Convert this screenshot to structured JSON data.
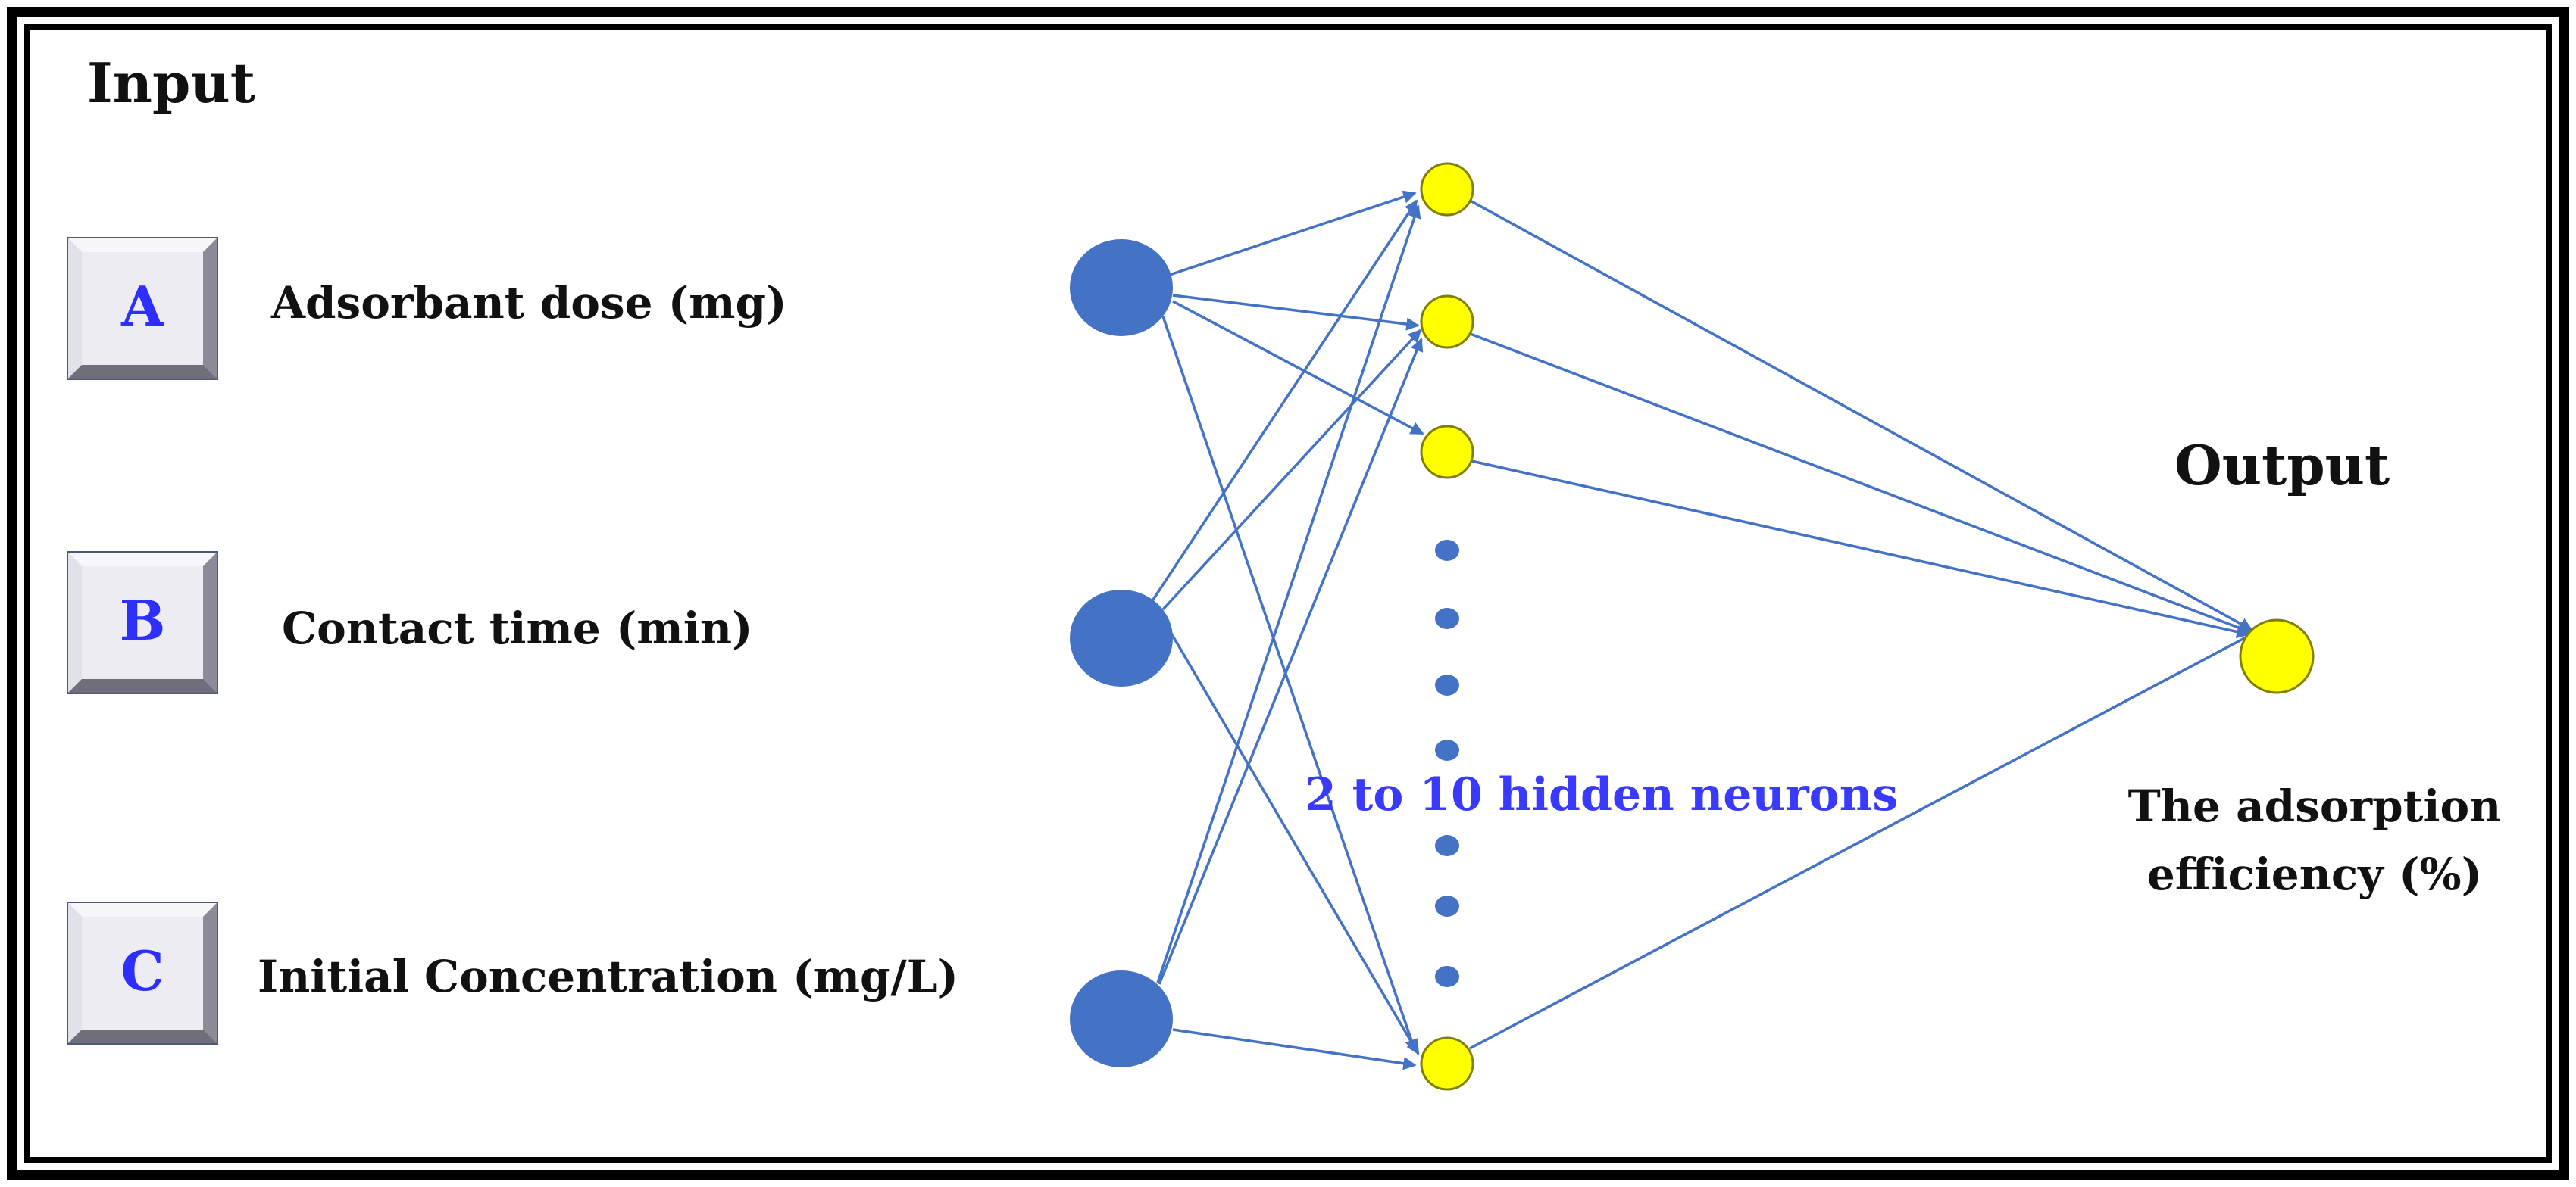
{
  "title": "Input",
  "inputs": [
    {
      "key": "A",
      "label": "Adsorbant dose (mg)"
    },
    {
      "key": "B",
      "label": "Contact time (min)"
    },
    {
      "key": "C",
      "label": "Initial Concentration (mg/L)"
    }
  ],
  "hidden_caption": "2 to 10 hidden neurons",
  "output": {
    "heading": "Output",
    "label_line1": "The adsorption",
    "label_line2": "efficiency (%)"
  },
  "colors": {
    "frame": "#000000",
    "input_node": "#4472c4",
    "hidden_node": "#ffff00",
    "node_stroke": "#7f7f00",
    "edge": "#4472c4",
    "key_letter": "#2e2eff",
    "key_face": "#ececf2",
    "hidden_caption": "#3a3aff"
  }
}
